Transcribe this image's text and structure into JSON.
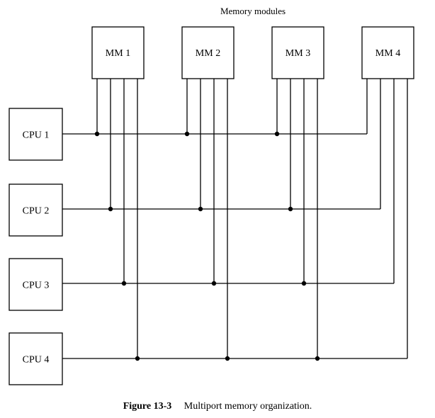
{
  "header": {
    "title": "Memory modules"
  },
  "memory_modules": [
    {
      "label": "MM 1"
    },
    {
      "label": "MM 2"
    },
    {
      "label": "MM 3"
    },
    {
      "label": "MM 4"
    }
  ],
  "cpus": [
    {
      "label": "CPU 1"
    },
    {
      "label": "CPU 2"
    },
    {
      "label": "CPU 3"
    },
    {
      "label": "CPU 4"
    }
  ],
  "caption": {
    "figure_number": "Figure 13-3",
    "text": "Multiport memory organization."
  }
}
